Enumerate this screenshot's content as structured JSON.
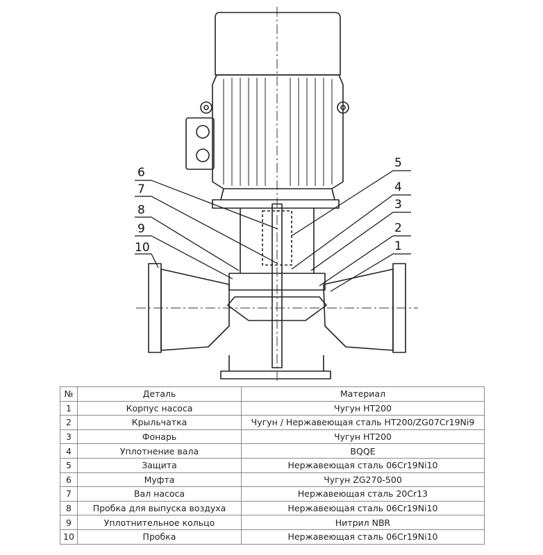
{
  "callouts": [
    {
      "num": "1",
      "part": "Корпус насоса",
      "material": "Чугун HT200"
    },
    {
      "num": "2",
      "part": "Крыльчатка",
      "material": "Чугун / Нержавеющая сталь HT200/ZG07Cr19Ni9"
    },
    {
      "num": "3",
      "part": "Фонарь",
      "material": "Чугун HT200"
    },
    {
      "num": "4",
      "part": "Уплотнение вала",
      "material": "BQQE"
    },
    {
      "num": "5",
      "part": "Защита",
      "material": "Нержавеющая сталь 06Cr19Ni10"
    },
    {
      "num": "6",
      "part": "Муфта",
      "material": "Чугун ZG270-500"
    },
    {
      "num": "7",
      "part": "Вал насоса",
      "material": "Нержавеющая сталь 20Cr13"
    },
    {
      "num": "8",
      "part": "Пробка для выпуска воздуха",
      "material": "Нержавеющая сталь 06Cr19Ni10"
    },
    {
      "num": "9",
      "part": "Уплотнительное кольцо",
      "material": "Нитрил NBR"
    },
    {
      "num": "10",
      "part": "Пробка",
      "material": "Нержавеющая сталь 06Cr19Ni10"
    }
  ],
  "table": {
    "headers": {
      "num": "№",
      "part": "Деталь",
      "material": "Материал"
    }
  }
}
